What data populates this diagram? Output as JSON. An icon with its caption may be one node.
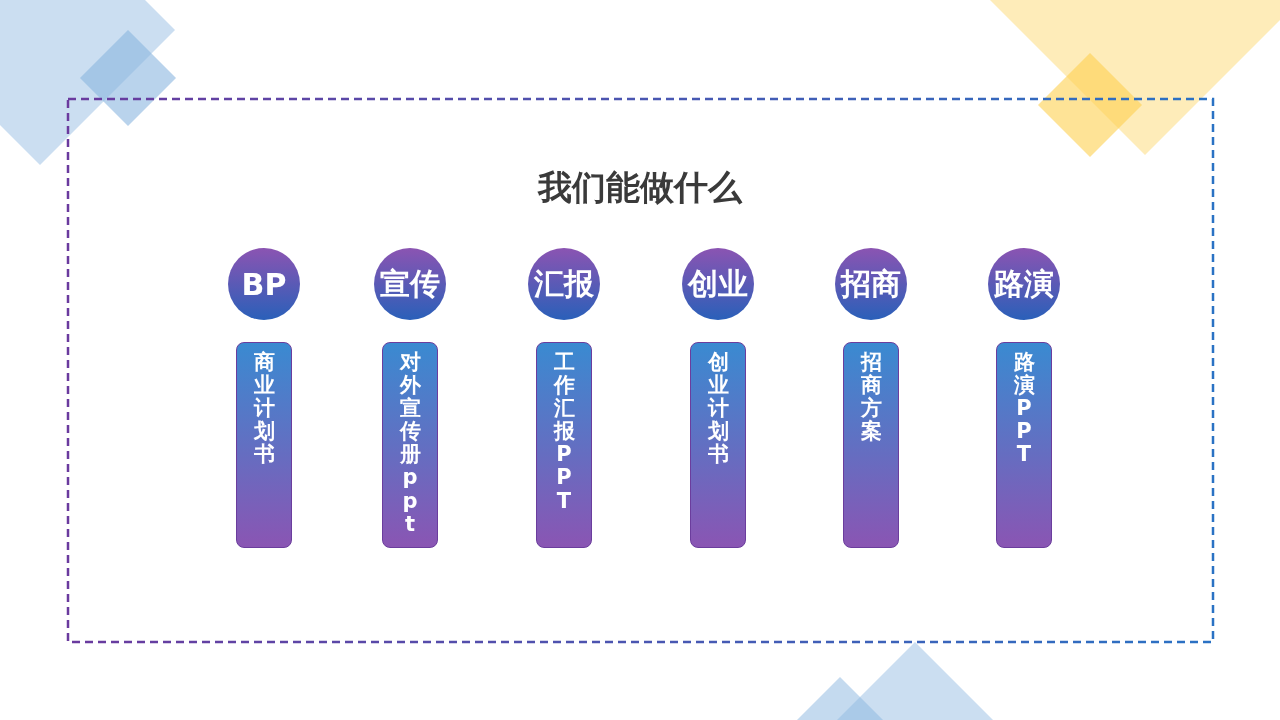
{
  "diagram": {
    "title": "我们能做什么",
    "nodes": [
      {
        "text": [
          "BP"
        ]
      },
      {
        "text": [
          "宣传"
        ]
      },
      {
        "text": [
          "汇报"
        ]
      },
      {
        "text": [
          "创业"
        ]
      },
      {
        "text": [
          "招商"
        ]
      },
      {
        "text": [
          "路演"
        ]
      },
      {
        "text": [
          "商业计划书"
        ]
      },
      {
        "text": [
          "对外宣传册ppt"
        ]
      },
      {
        "text": [
          "工作汇报PPT"
        ]
      },
      {
        "text": [
          "创业计划书"
        ]
      },
      {
        "text": [
          "招商方案"
        ]
      },
      {
        "text": [
          "路演PPT"
        ]
      }
    ]
  }
}
